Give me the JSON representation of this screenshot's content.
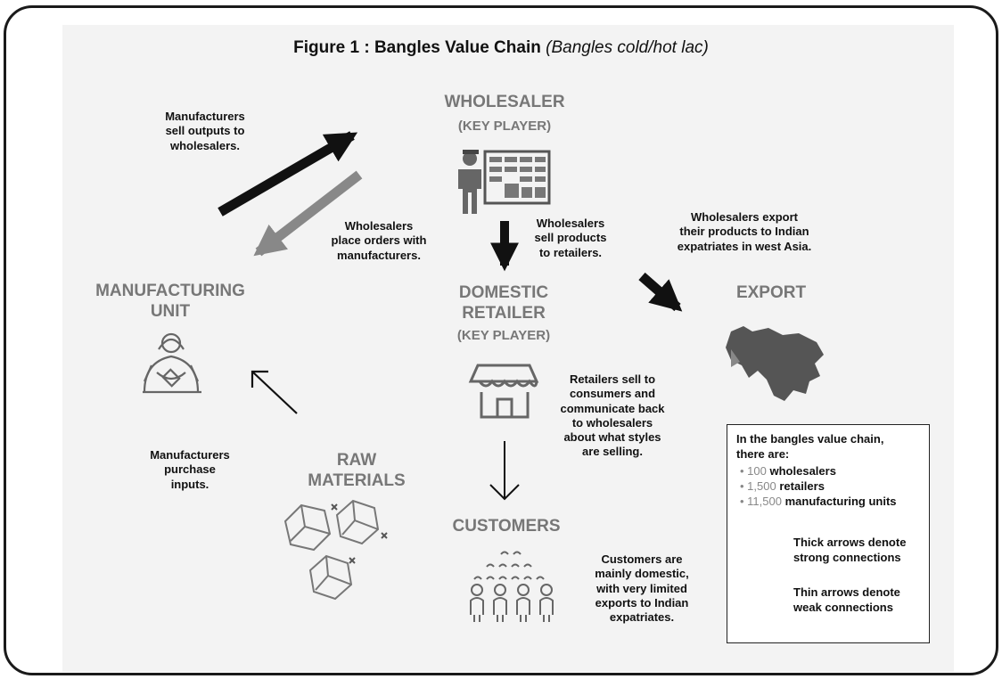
{
  "title": {
    "main": "Figure 1 : Bangles Value Chain",
    "sub": "(Bangles cold/hot lac)"
  },
  "nodes": {
    "wholesaler": {
      "name": "WHOLESALER",
      "tag": "(KEY PLAYER)"
    },
    "manufacturing": {
      "line1": "MANUFACTURING",
      "line2": "UNIT"
    },
    "retailer": {
      "line1": "DOMESTIC",
      "line2": "RETAILER",
      "tag": "(KEY PLAYER)"
    },
    "export": {
      "name": "EXPORT"
    },
    "raw": {
      "line1": "RAW",
      "line2": "MATERIALS"
    },
    "customers": {
      "name": "CUSTOMERS"
    }
  },
  "notes": {
    "mfg_sell": [
      "Manufacturers",
      "sell outputs to",
      "wholesalers."
    ],
    "wh_orders": [
      "Wholesalers",
      "place orders with",
      "manufacturers."
    ],
    "wh_sell": [
      "Wholesalers",
      "sell products",
      "to retailers."
    ],
    "wh_export": [
      "Wholesalers export",
      "their products to Indian",
      "expatriates in west Asia."
    ],
    "ret_sell": [
      "Retailers sell to",
      "consumers and",
      "communicate back",
      "to wholesalers",
      "about what styles",
      "are selling."
    ],
    "mfg_purchase": [
      "Manufacturers",
      "purchase",
      "inputs."
    ],
    "cust": [
      "Customers are",
      "mainly domestic,",
      "with very limited",
      "exports to Indian",
      "expatriates."
    ]
  },
  "legend": {
    "intro": [
      "In the bangles value chain,",
      "there are:"
    ],
    "stats": [
      {
        "num": "100",
        "label": "wholesalers"
      },
      {
        "num": "1,500",
        "label": "retailers"
      },
      {
        "num": "11,500",
        "label": "manufacturing units"
      }
    ],
    "thick": [
      "Thick arrows denote",
      "strong connections"
    ],
    "thin": [
      "Thin arrows denote",
      "weak connections"
    ]
  },
  "icons": [
    "wholesaler-warehouse-icon",
    "manufacturing-worker-icon",
    "shop-storefront-icon",
    "west-asia-map-icon",
    "lac-crystal-icon",
    "customers-crowd-icon"
  ]
}
